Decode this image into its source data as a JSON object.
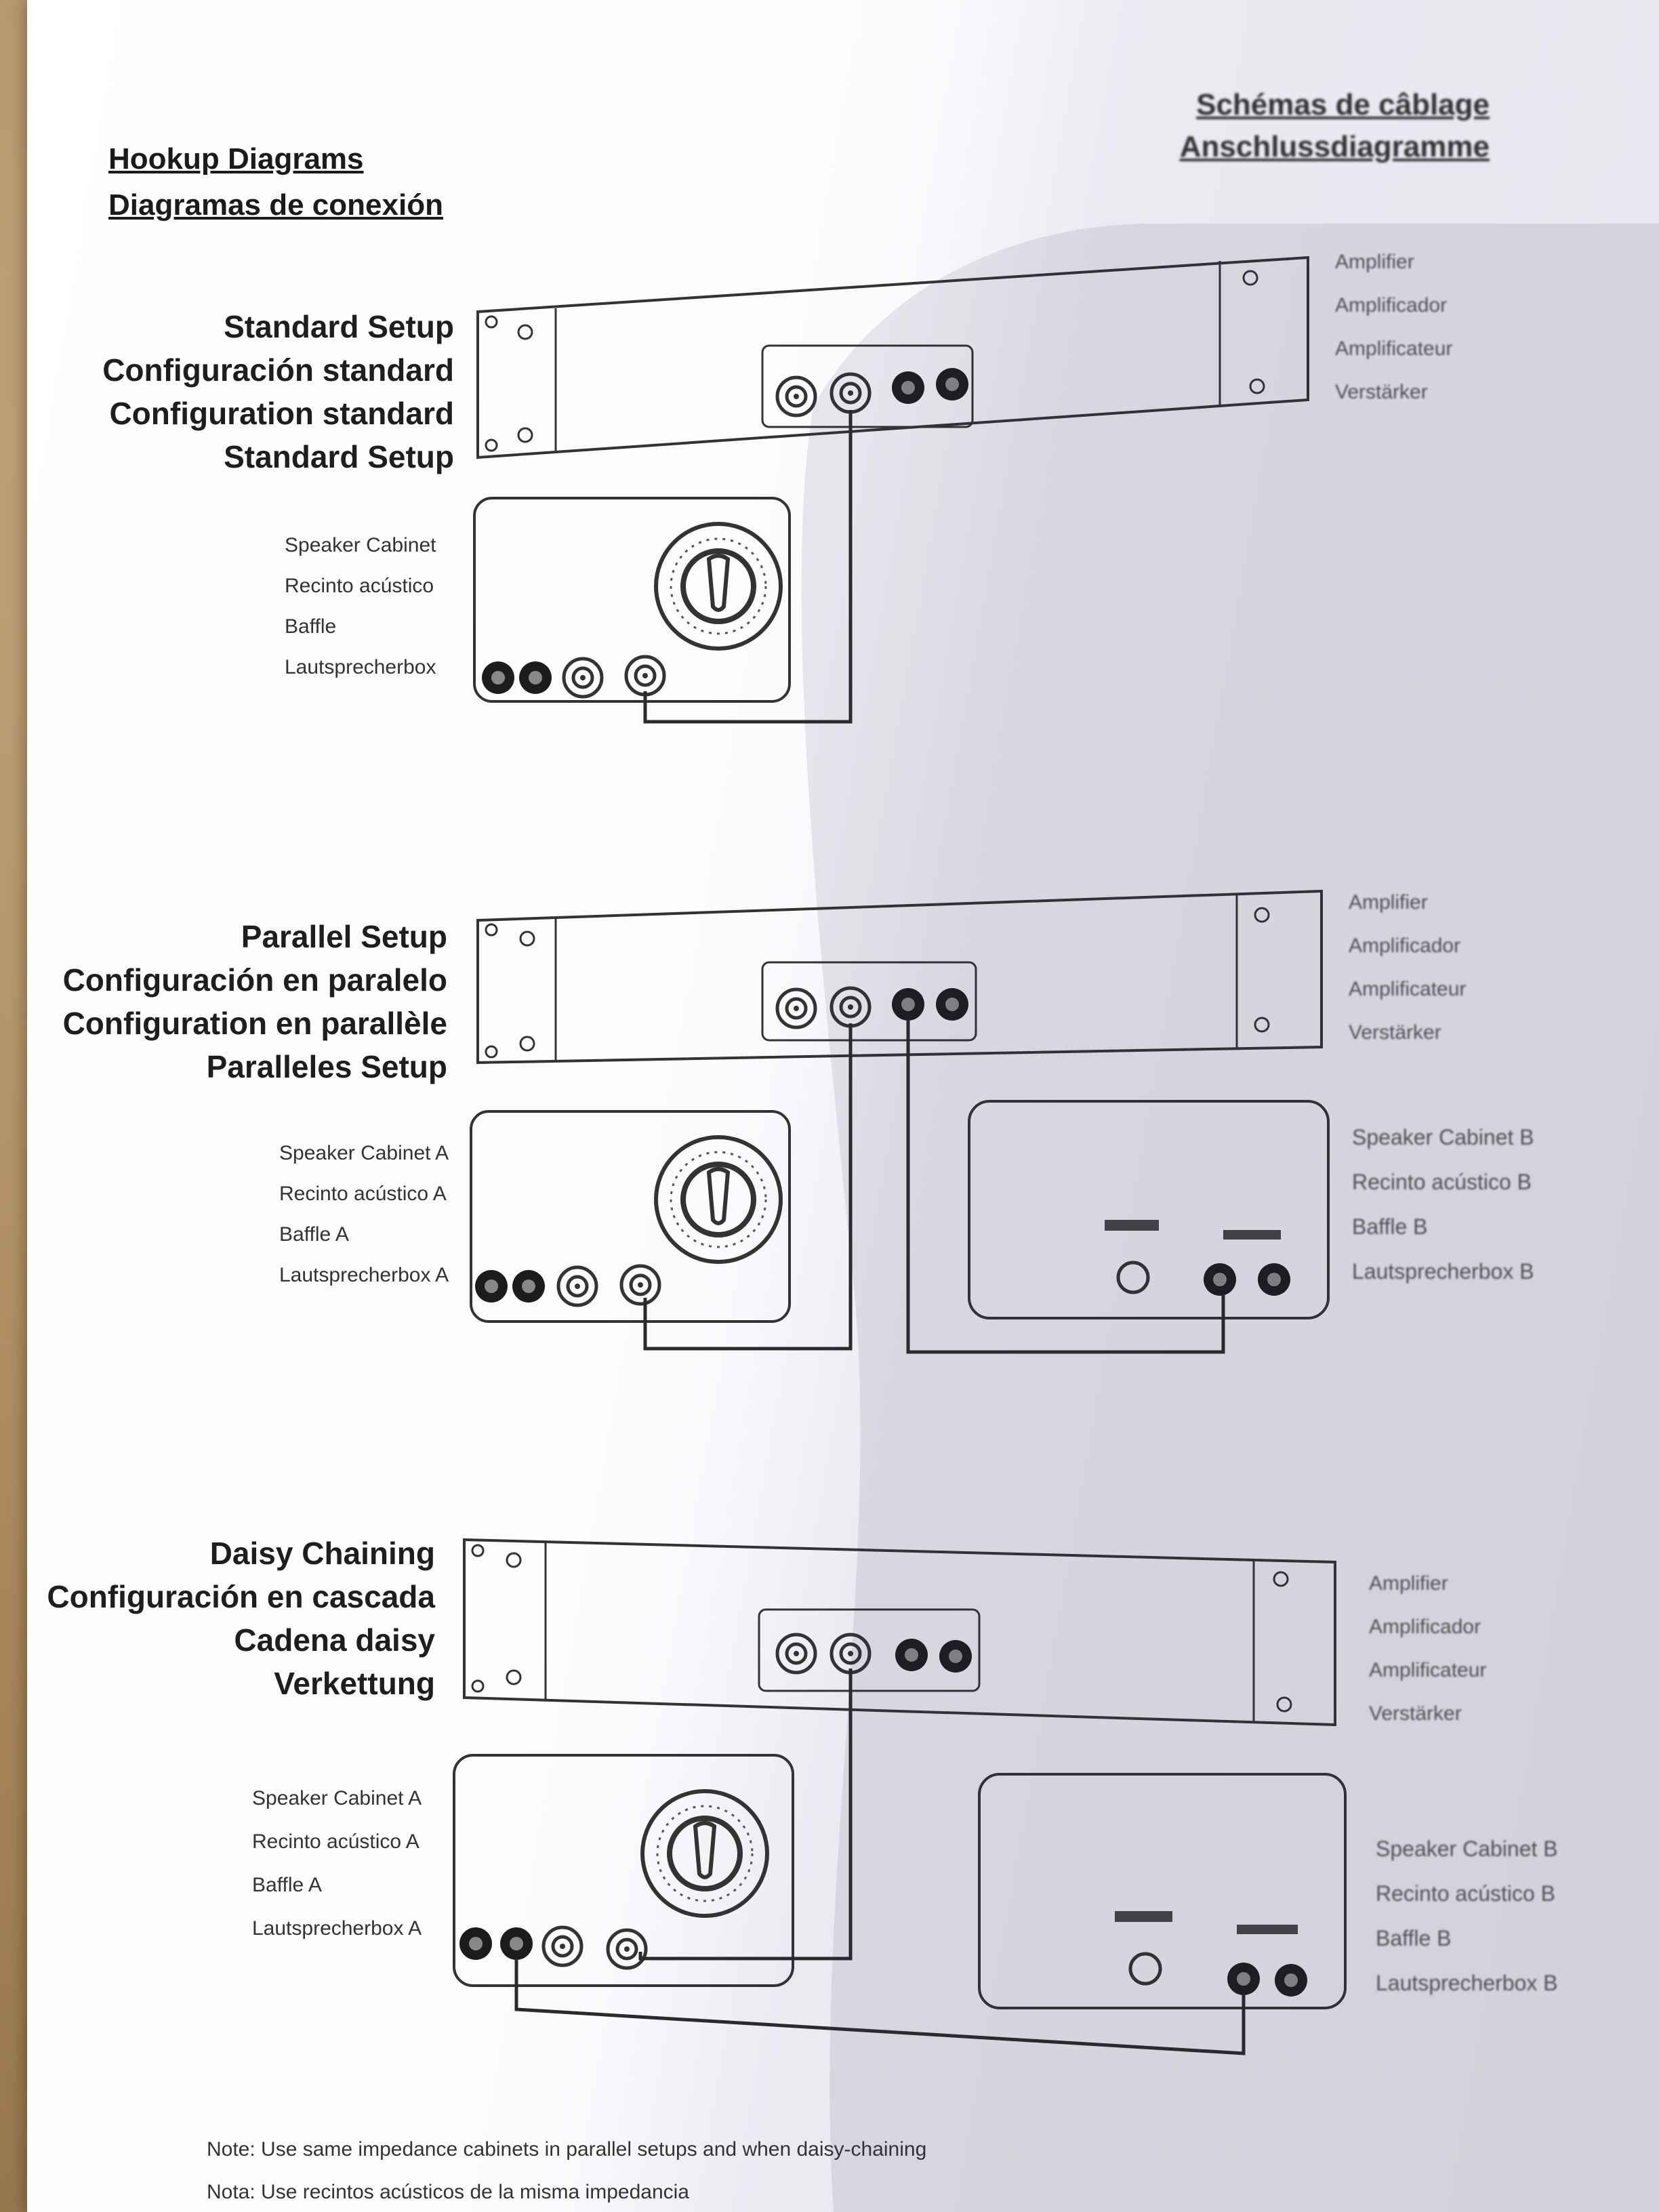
{
  "header": {
    "left_titles": [
      "Hookup Diagrams",
      "Diagramas de conexión"
    ],
    "right_titles": [
      "Schémas de câblage",
      "Anschlussdiagramme"
    ]
  },
  "amplifier_labels": [
    "Amplifier",
    "Amplificador",
    "Amplificateur",
    "Verstärker"
  ],
  "sections": [
    {
      "titles": [
        "Standard Setup",
        "Configuración standard",
        "Configuration standard",
        "Standard Setup"
      ],
      "cabinet_labels": [
        "Speaker Cabinet",
        "Recinto acústico",
        "Baffle",
        "Lautsprecherbox"
      ]
    },
    {
      "titles": [
        "Parallel Setup",
        "Configuración en paralelo",
        "Configuration en parallèle",
        "Paralleles Setup"
      ],
      "cabinet_labels": [
        "Speaker Cabinet A",
        "Recinto acústico A",
        "Baffle A",
        "Lautsprecherbox A"
      ],
      "cabinet_b_labels": [
        "Speaker Cabinet B",
        "Recinto acústico B",
        "Baffle B",
        "Lautsprecherbox B"
      ]
    },
    {
      "titles": [
        "Daisy Chaining",
        "Configuración en cascada",
        "Cadena daisy",
        "Verkettung"
      ],
      "cabinet_labels": [
        "Speaker Cabinet A",
        "Recinto acústico A",
        "Baffle A",
        "Lautsprecherbox A"
      ],
      "cabinet_b_labels": [
        "Speaker Cabinet B",
        "Recinto acústico B",
        "Baffle B",
        "Lautsprecherbox B"
      ]
    }
  ],
  "notes": [
    "Note: Use same impedance cabinets in parallel setups and when daisy-chaining",
    "Nota: Use recintos acústicos de la misma impedancia"
  ],
  "colors": {
    "line": "#2a2a2a",
    "jack": "#1c1c1c",
    "paper": "#fbfbfe"
  }
}
